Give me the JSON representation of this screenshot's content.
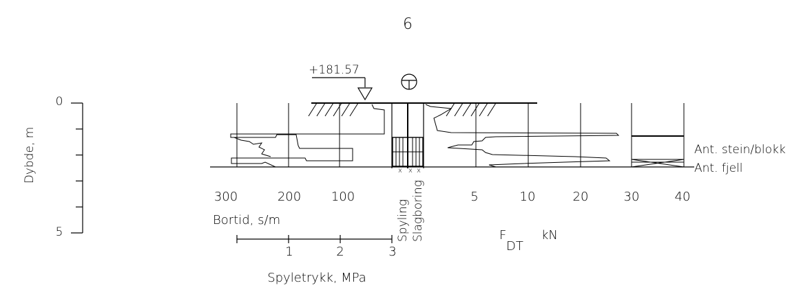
{
  "borehole_number": "6",
  "elevation_label": "+181.57",
  "depth_axis": {
    "label": "Dybde, m",
    "ticks": [
      {
        "value": 0,
        "label": "0"
      },
      {
        "value": 5,
        "label": "5"
      }
    ],
    "range": [
      0,
      5
    ]
  },
  "bortid_axis": {
    "label": "Bortid, s/m",
    "ticks": [
      "300",
      "200",
      "100"
    ]
  },
  "spyletrykk_axis": {
    "label": "Spyletrykk, MPa",
    "ticks": [
      "1",
      "2",
      "3"
    ]
  },
  "force_axis": {
    "label_main": "F",
    "label_sub": "DT",
    "unit": "kN",
    "ticks": [
      "5",
      "10",
      "20",
      "30",
      "40"
    ]
  },
  "method_columns": [
    "Spyling",
    "Slagboring"
  ],
  "annotations": {
    "stone_block": "Ant. stein/blokk",
    "rock": "Ant. fjell"
  },
  "symbol": "tempered-total-sounding-symbol",
  "colors": {
    "line": "#000000",
    "background": "#ffffff"
  }
}
